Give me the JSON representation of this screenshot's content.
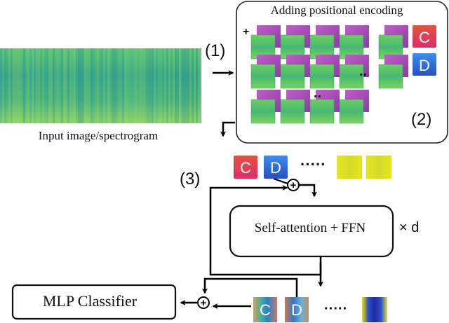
{
  "input": {
    "caption": "Input   image/spectrogram"
  },
  "positional_box": {
    "title": "Adding positional encoding",
    "plus": "+",
    "ellipsis_horizontal": "..",
    "ellipsis_vertical": ".."
  },
  "tokens": {
    "cls": "C",
    "dist": "D"
  },
  "steps": {
    "one": "(1)",
    "two": "(2)",
    "three": "(3)"
  },
  "sequence": {
    "ellipsis": "·····"
  },
  "output_sequence": {
    "ellipsis": "·····"
  },
  "encoder": {
    "label": "Self-attention + FFN",
    "repeat": "× d"
  },
  "classifier": {
    "label": "MLP Classifier"
  },
  "ops": {
    "sum": "+"
  },
  "colors": {
    "cls_top": "#e24a3c",
    "cls_bottom": "#e0306a",
    "dist_top": "#2f7ff0",
    "dist_bottom": "#2a56c8",
    "patch_green": "#5cc76a",
    "patch_magenta": "#b04ec0",
    "spectrogram_mid": "#44b28a",
    "yellow_patch": "#e2e31a"
  }
}
